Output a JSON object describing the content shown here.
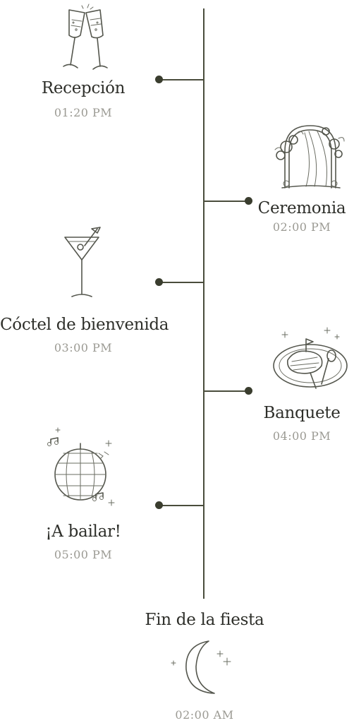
{
  "colors": {
    "line": "#4a4d3c",
    "title": "#2e2f2a",
    "time": "#9b9a93",
    "icon": "#54564d"
  },
  "timeline": [
    {
      "title": "Recepción",
      "time": "01:20 PM",
      "icon": "champagne-glasses-icon",
      "side": "left"
    },
    {
      "title": "Ceremonia",
      "time": "02:00 PM",
      "icon": "floral-arch-icon",
      "side": "right"
    },
    {
      "title": "Cóctel de bienvenida",
      "time": "03:00 PM",
      "icon": "martini-glass-icon",
      "side": "left"
    },
    {
      "title": "Banquete",
      "time": "04:00 PM",
      "icon": "steak-plate-icon",
      "side": "right"
    },
    {
      "title": "¡A bailar!",
      "time": "05:00 PM",
      "icon": "disco-ball-icon",
      "side": "left"
    }
  ],
  "ending": {
    "title": "Fin de la fiesta",
    "time": "02:00 AM",
    "icon": "crescent-moon-icon"
  }
}
